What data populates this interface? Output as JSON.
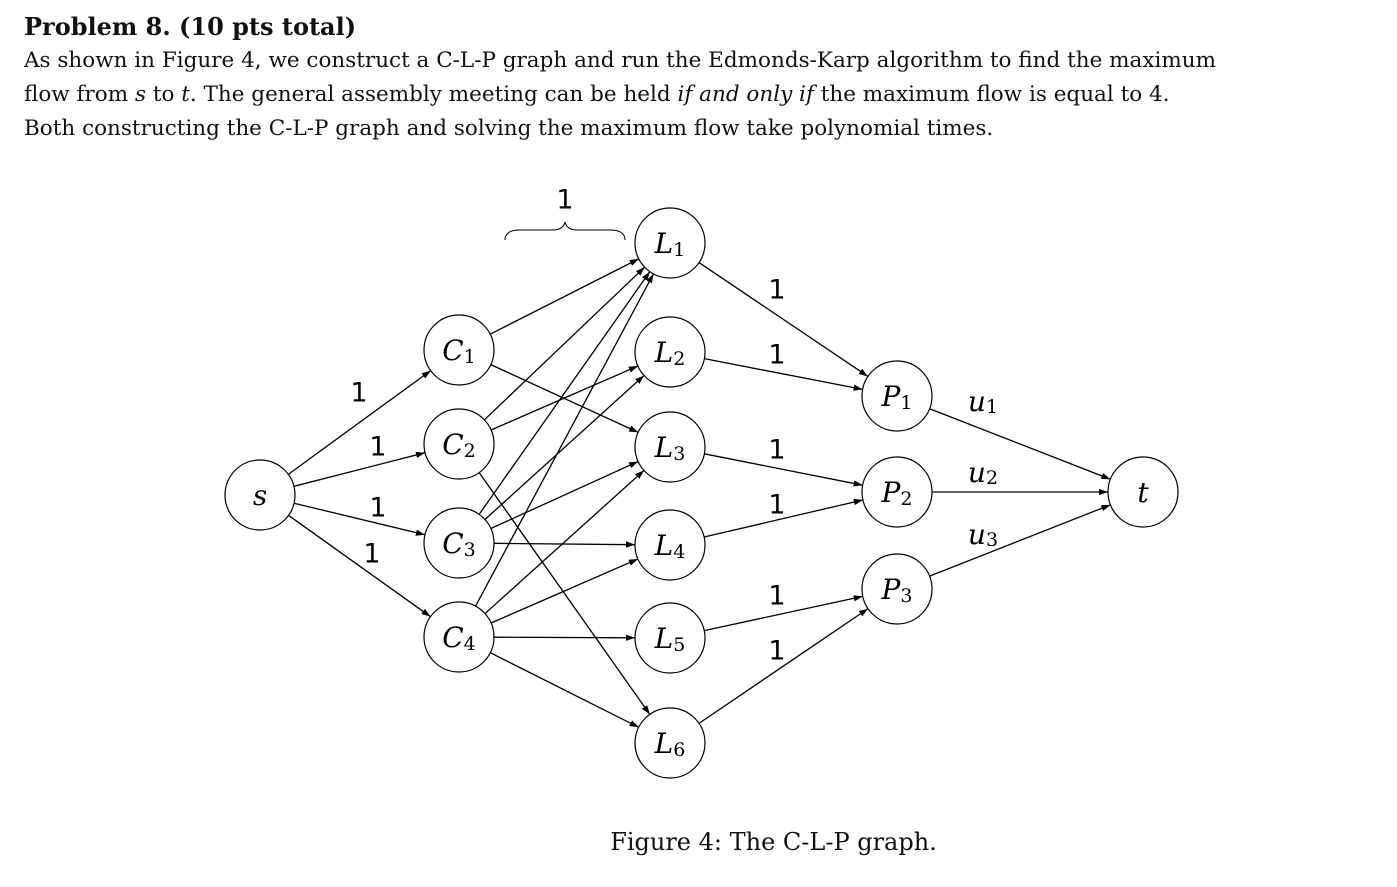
{
  "problem": {
    "heading_number": "Problem 8.",
    "heading_points": "(10 pts total)",
    "line1": "As shown in Figure 4, we construct a C-L-P graph and run the Edmonds-Karp algorithm to find the maximum",
    "line2_a": "flow from ",
    "line2_s": "s",
    "line2_b": " to ",
    "line2_t": "t",
    "line2_c": ". The general assembly meeting can be held ",
    "line2_iff": "if and only if",
    "line2_d": " the maximum flow is equal to 4.",
    "line3": "Both constructing the C-L-P graph and solving the maximum flow take polynomial times."
  },
  "figure": {
    "caption": "Figure 4: The C-L-P graph.",
    "nodes": [
      {
        "id": "s",
        "letter": "s",
        "sub": ""
      },
      {
        "id": "C1",
        "letter": "C",
        "sub": "1"
      },
      {
        "id": "C2",
        "letter": "C",
        "sub": "2"
      },
      {
        "id": "C3",
        "letter": "C",
        "sub": "3"
      },
      {
        "id": "C4",
        "letter": "C",
        "sub": "4"
      },
      {
        "id": "L1",
        "letter": "L",
        "sub": "1"
      },
      {
        "id": "L2",
        "letter": "L",
        "sub": "2"
      },
      {
        "id": "L3",
        "letter": "L",
        "sub": "3"
      },
      {
        "id": "L4",
        "letter": "L",
        "sub": "4"
      },
      {
        "id": "L5",
        "letter": "L",
        "sub": "5"
      },
      {
        "id": "L6",
        "letter": "L",
        "sub": "6"
      },
      {
        "id": "P1",
        "letter": "P",
        "sub": "1"
      },
      {
        "id": "P2",
        "letter": "P",
        "sub": "2"
      },
      {
        "id": "P3",
        "letter": "P",
        "sub": "3"
      },
      {
        "id": "t",
        "letter": "t",
        "sub": ""
      }
    ],
    "edges": [
      [
        "s",
        "C1"
      ],
      [
        "s",
        "C2"
      ],
      [
        "s",
        "C3"
      ],
      [
        "s",
        "C4"
      ],
      [
        "C1",
        "L1"
      ],
      [
        "C1",
        "L3"
      ],
      [
        "C2",
        "L1"
      ],
      [
        "C2",
        "L2"
      ],
      [
        "C2",
        "L6"
      ],
      [
        "C3",
        "L1"
      ],
      [
        "C3",
        "L2"
      ],
      [
        "C3",
        "L3"
      ],
      [
        "C3",
        "L4"
      ],
      [
        "C4",
        "L1"
      ],
      [
        "C4",
        "L3"
      ],
      [
        "C4",
        "L4"
      ],
      [
        "C4",
        "L5"
      ],
      [
        "C4",
        "L6"
      ],
      [
        "L1",
        "P1"
      ],
      [
        "L2",
        "P1"
      ],
      [
        "L3",
        "P2"
      ],
      [
        "L4",
        "P2"
      ],
      [
        "L5",
        "P3"
      ],
      [
        "L6",
        "P3"
      ],
      [
        "P1",
        "t"
      ],
      [
        "P2",
        "t"
      ],
      [
        "P3",
        "t"
      ]
    ],
    "edge_labels": {
      "s_C1": "1",
      "s_C2": "1",
      "s_C3": "1",
      "s_C4": "1",
      "brace": "1",
      "L1_P1": "1",
      "L2_P1": "1",
      "L3_P2": "1",
      "L4_P2": "1",
      "L5_P3": "1",
      "L6_P3": "1",
      "P1_t": "u",
      "P1_t_sub": "1",
      "P2_t": "u",
      "P2_t_sub": "2",
      "P3_t": "u",
      "P3_t_sub": "3"
    }
  }
}
